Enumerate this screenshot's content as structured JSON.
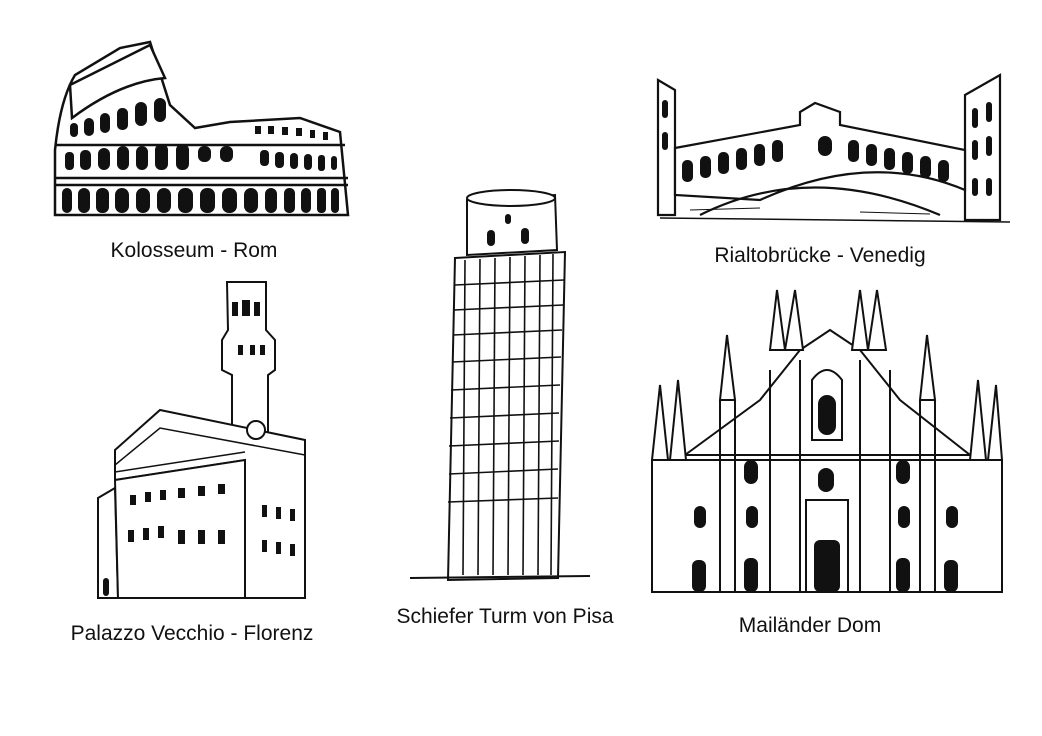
{
  "colors": {
    "ink": "#111111",
    "paper": "#ffffff"
  },
  "landmarks": {
    "colosseum": {
      "caption": "Kolosseum - Rom",
      "icon": "colosseum-icon"
    },
    "rialto": {
      "caption": "Rialtobrücke - Venedig",
      "icon": "rialto-bridge-icon"
    },
    "palazzo": {
      "caption": "Palazzo Vecchio - Florenz",
      "icon": "palazzo-vecchio-icon"
    },
    "pisa": {
      "caption": "Schiefer Turm von Pisa",
      "icon": "leaning-tower-icon"
    },
    "duomo": {
      "caption": "Mailänder Dom",
      "icon": "milan-cathedral-icon"
    }
  }
}
